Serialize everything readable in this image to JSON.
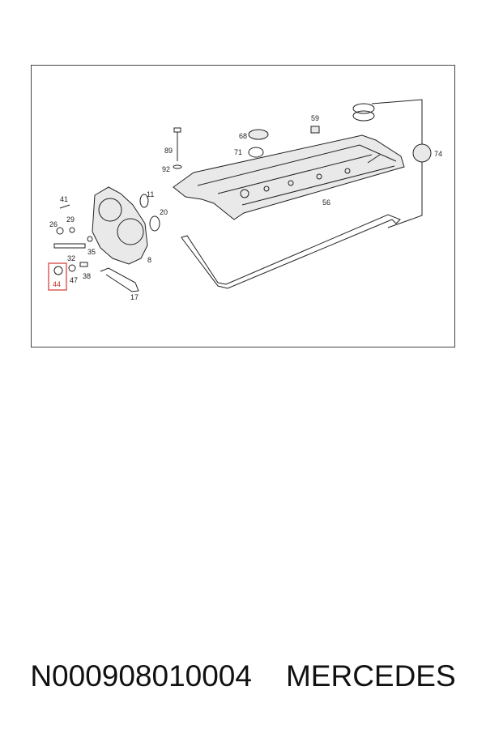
{
  "diagram": {
    "callouts": [
      {
        "id": "59",
        "text": "59"
      },
      {
        "id": "68",
        "text": "68"
      },
      {
        "id": "71",
        "text": "71"
      },
      {
        "id": "74",
        "text": "74"
      },
      {
        "id": "89",
        "text": "89"
      },
      {
        "id": "92",
        "text": "92"
      },
      {
        "id": "56",
        "text": "56"
      },
      {
        "id": "11",
        "text": "11"
      },
      {
        "id": "20",
        "text": "20"
      },
      {
        "id": "41",
        "text": "41"
      },
      {
        "id": "26",
        "text": "26"
      },
      {
        "id": "29",
        "text": "29"
      },
      {
        "id": "32",
        "text": "32"
      },
      {
        "id": "35",
        "text": "35"
      },
      {
        "id": "8",
        "text": "8"
      },
      {
        "id": "44",
        "text": "44",
        "highlighted": true
      },
      {
        "id": "47",
        "text": "47"
      },
      {
        "id": "38",
        "text": "38"
      },
      {
        "id": "17",
        "text": "17"
      }
    ],
    "highlight_color": "#d9534f"
  },
  "caption": {
    "part_number": "N000908010004",
    "brand": "MERCEDES"
  }
}
